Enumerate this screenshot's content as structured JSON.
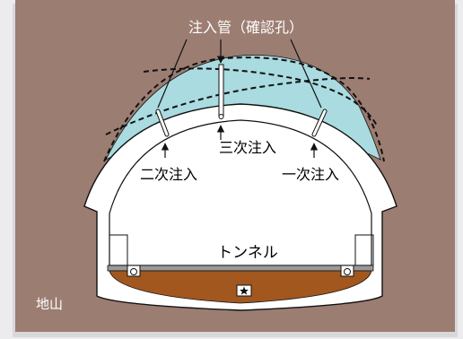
{
  "title_label": "注入管（確認孔）",
  "labels": {
    "primary": "一次注入",
    "secondary": "二次注入",
    "tertiary": "三次注入",
    "tunnel": "トンネル",
    "ground": "地山"
  },
  "colors": {
    "ground": "#9c7d72",
    "grout_zone": "#a9dbe0",
    "lining": "#ffffff",
    "invert_fill": "#a2571f",
    "invert_slab": "#9a9a9a",
    "line": "#111111"
  },
  "icons": [
    "drain-pipe-icon",
    "drain-pipe-icon",
    "star-marker-icon"
  ]
}
